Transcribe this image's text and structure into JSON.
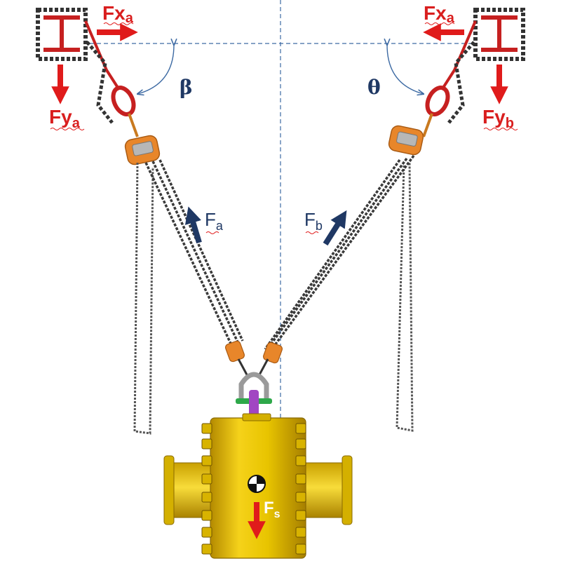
{
  "labels": {
    "fxa_left_main": "Fx",
    "fxa_left_sub": "a",
    "fxa_right_main": "Fx",
    "fxa_right_sub": "a",
    "fya_main": "Fy",
    "fya_sub": "a",
    "fyb_main": "Fy",
    "fyb_sub": "b",
    "beta": "β",
    "theta": "θ",
    "fa_main": "F",
    "fa_sub": "a",
    "fb_main": "F",
    "fb_sub": "b",
    "fs_main": "F",
    "fs_sub": "s"
  },
  "colors": {
    "force_arrow_red": "#e01b1b",
    "tension_arrow_navy": "#1f3864",
    "reference_line": "#3d6aa3",
    "chain_dark": "#3a3a3a",
    "sling_red": "#c62020",
    "hoist_orange": "#e8862a",
    "valve_yellow": "#e8c400",
    "shackle_grey": "#9a9a9a",
    "pin_purple": "#a146c2",
    "green_nut": "#2ea84a"
  },
  "icons": {
    "left_beam": "i-beam-icon",
    "right_beam": "i-beam-icon",
    "left_hoist": "chain-hoist-icon",
    "right_hoist": "chain-hoist-icon",
    "shackle": "shackle-icon",
    "load": "flanged-valve-icon",
    "center_of_gravity": "center-of-gravity-icon"
  }
}
